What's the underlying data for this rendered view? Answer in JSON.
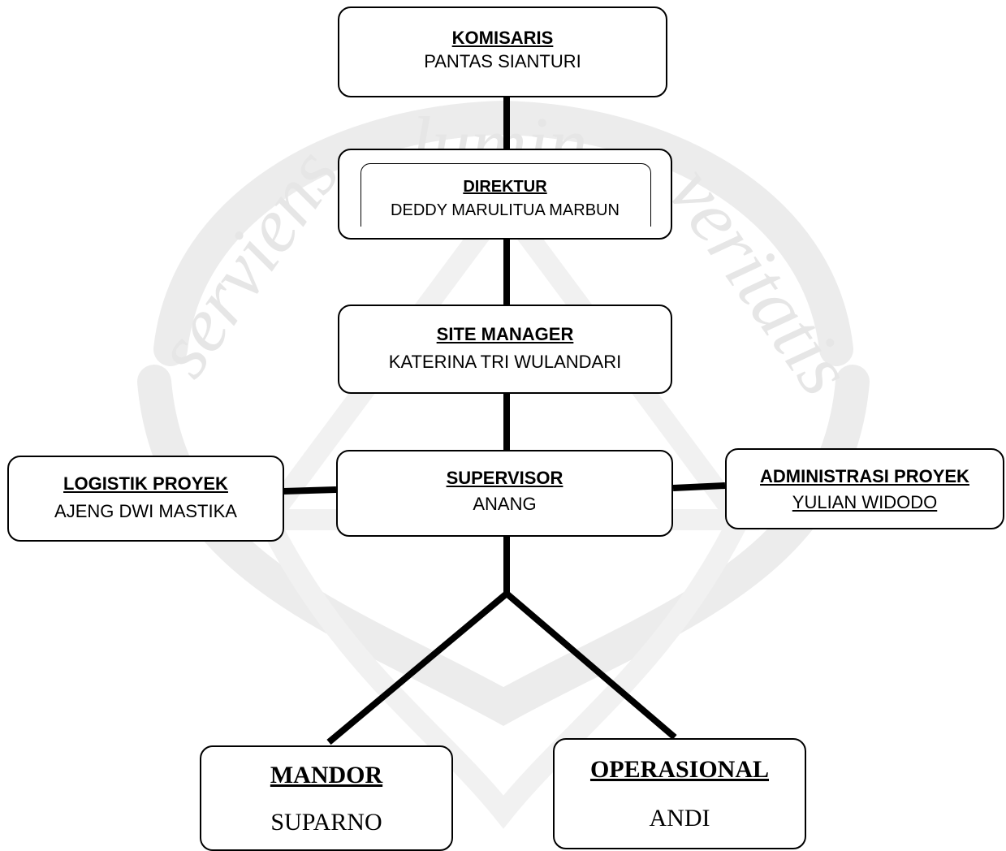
{
  "watermark": {
    "motto_left": "serviens",
    "motto_top": "lumin",
    "motto_right": "veritatis"
  },
  "nodes": {
    "komisaris": {
      "role": "KOMISARIS",
      "name": "PANTAS SIANTURI"
    },
    "direktur": {
      "role": "DIREKTUR",
      "name": "DEDDY MARULITUA MARBUN"
    },
    "site_manager": {
      "role": "SITE MANAGER",
      "name": "KATERINA TRI WULANDARI"
    },
    "supervisor": {
      "role": "SUPERVISOR",
      "name": "ANANG"
    },
    "logistik": {
      "role": "LOGISTIK PROYEK",
      "name": "AJENG DWI MASTIKA"
    },
    "administrasi": {
      "role": "ADMINISTRASI PROYEK",
      "name": "YULIAN WIDODO"
    },
    "mandor": {
      "role": "MANDOR",
      "name": "SUPARNO"
    },
    "operasional": {
      "role": "OPERASIONAL",
      "name": "ANDI"
    }
  },
  "colors": {
    "line": "#000000",
    "box_border": "#000000",
    "watermark": "#e9e9e9"
  }
}
